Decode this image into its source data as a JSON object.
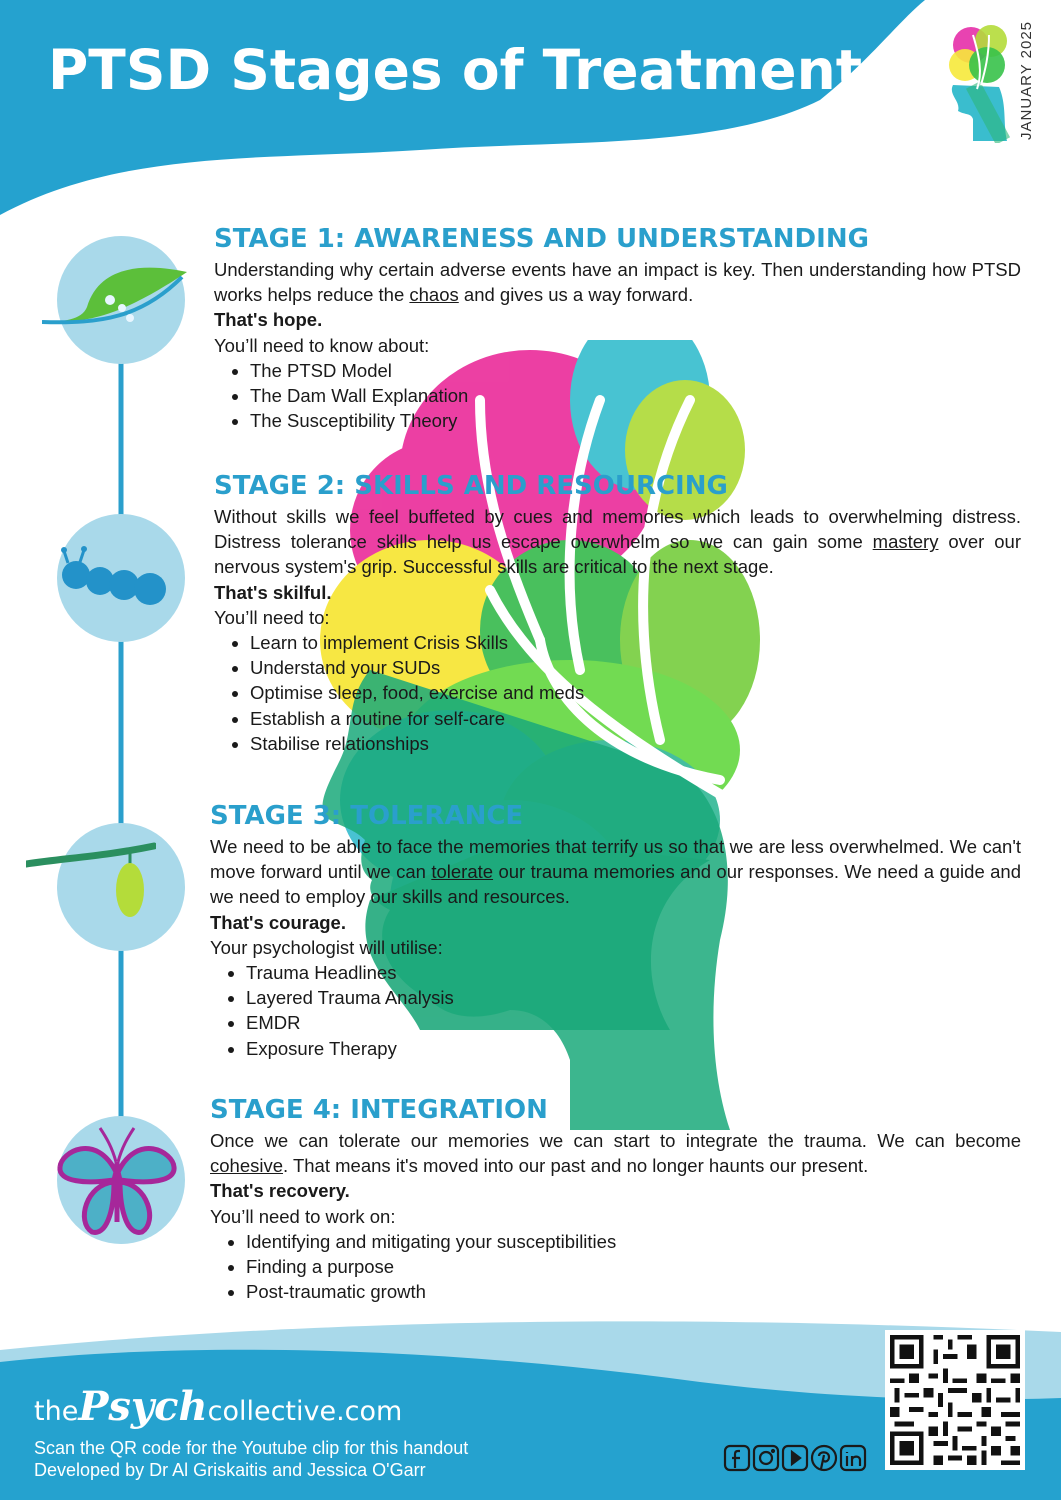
{
  "header": {
    "title": "PTSD Stages of Treatment",
    "date": "JANUARY 2025"
  },
  "colors": {
    "brand_blue": "#25a2cf",
    "heading_blue": "#2a9fcc",
    "circle_light_blue": "#a9d9ea",
    "timeline_blue": "#2a9fcc"
  },
  "icons": {
    "stage1": "leaf-icon",
    "stage2": "caterpillar-icon",
    "stage3": "chrysalis-icon",
    "stage4": "butterfly-icon"
  },
  "stages": [
    {
      "heading": "STAGE 1: AWARENESS AND UNDERSTANDING",
      "para_before": "Understanding why certain adverse events have an impact is key. Then understanding how PTSD works helps reduce the ",
      "para_underlined": "chaos",
      "para_after": " and gives us a way forward.",
      "emphasis": "That's hope.",
      "lead": "You’ll need to know about:",
      "items": [
        "The PTSD Model",
        "The Dam Wall Explanation",
        "The Susceptibility Theory"
      ]
    },
    {
      "heading": "STAGE 2: SKILLS AND RESOURCING",
      "para_before": "Without skills we feel buffeted by cues and memories which leads to overwhelming distress. Distress tolerance skills help us escape overwhelm so we can gain some ",
      "para_underlined": "mastery",
      "para_after": " over our nervous system's grip. Successful skills are critical to the next stage.",
      "emphasis": "That's skilful.",
      "lead": "You’ll need to:",
      "items": [
        "Learn to implement Crisis Skills",
        "Understand your SUDs",
        "Optimise sleep, food, exercise and meds",
        "Establish a routine for self-care",
        "Stabilise relationships"
      ]
    },
    {
      "heading": "STAGE 3: TOLERANCE",
      "para_before": "We need to be able to face the memories that terrify us so that we are less overwhelmed. We can't move forward until we can ",
      "para_underlined": "tolerate",
      "para_after": " our trauma memories and our responses. We need a guide and we need to employ our skills and resources.",
      "emphasis": "That's courage.",
      "lead": "Your psychologist will utilise:",
      "items": [
        "Trauma Headlines",
        "Layered Trauma Analysis",
        "EMDR",
        "Exposure Therapy"
      ]
    },
    {
      "heading": "STAGE 4: INTEGRATION",
      "para_before": "Once we can tolerate our memories we can start to integrate the trauma. We can become ",
      "para_underlined": "cohesive",
      "para_after": ". That means it's moved into our past and no longer haunts our present.",
      "emphasis": "That's recovery.",
      "lead": "You’ll need to work on:",
      "items": [
        "Identifying and mitigating your susceptibilities",
        "Finding a purpose",
        "Post-traumatic growth"
      ]
    }
  ],
  "footer": {
    "site_prefix": "the",
    "site_brand": "Psych",
    "site_suffix": "collective.com",
    "qr_note": "Scan the QR code for the Youtube clip for this handout",
    "credits": "Developed by Dr Al Griskaitis and Jessica O'Garr",
    "social": [
      "facebook-icon",
      "instagram-icon",
      "youtube-icon",
      "pinterest-icon",
      "linkedin-icon"
    ]
  }
}
